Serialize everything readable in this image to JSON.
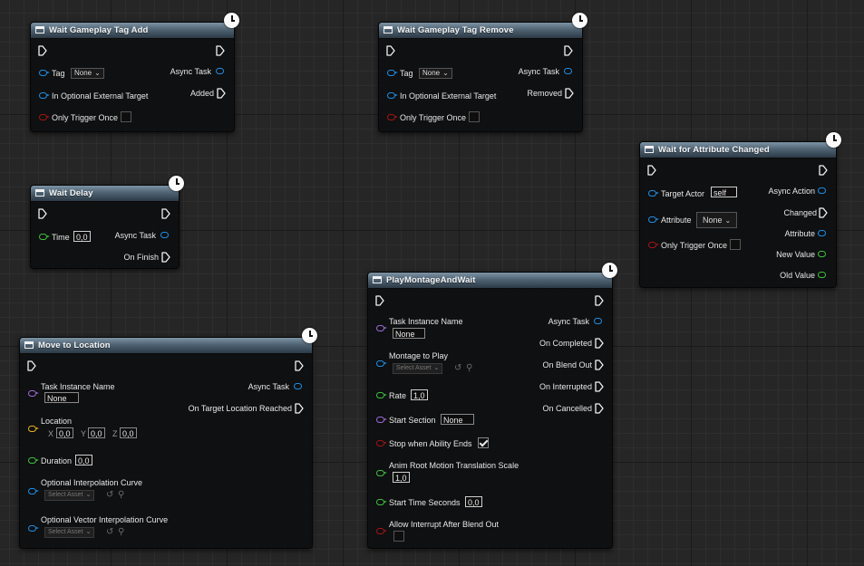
{
  "nodes": {
    "wait_tag_add": {
      "title": "Wait Gameplay Tag Add",
      "tag_label": "Tag",
      "tag_value": "None",
      "target_label": "In Optional External Target",
      "trigger_label": "Only Trigger Once",
      "out_task": "Async Task",
      "out_added": "Added"
    },
    "wait_tag_remove": {
      "title": "Wait Gameplay Tag Remove",
      "tag_label": "Tag",
      "tag_value": "None",
      "target_label": "In Optional External Target",
      "trigger_label": "Only Trigger Once",
      "out_task": "Async Task",
      "out_removed": "Removed"
    },
    "wait_delay": {
      "title": "Wait Delay",
      "time_label": "Time",
      "time_value": "0,0",
      "out_task": "Async Task",
      "out_finish": "On Finish"
    },
    "wait_attr": {
      "title": "Wait for Attribute Changed",
      "actor_label": "Target Actor",
      "actor_value": "self",
      "attr_label": "Attribute",
      "attr_value": "None",
      "trigger_label": "Only Trigger Once",
      "out_action": "Async Action",
      "out_changed": "Changed",
      "out_attribute": "Attribute",
      "out_new": "New Value",
      "out_old": "Old Value"
    },
    "move_to_location": {
      "title": "Move to Location",
      "task_name_label": "Task Instance Name",
      "task_name_value": "None",
      "location_label": "Location",
      "x_label": "X",
      "x_value": "0,0",
      "y_label": "Y",
      "y_value": "0,0",
      "z_label": "Z",
      "z_value": "0,0",
      "duration_label": "Duration",
      "duration_value": "0,0",
      "interp_curve_label": "Optional Interpolation Curve",
      "interp_curve_asset": "Select Asset",
      "vector_curve_label": "Optional Vector Interpolation Curve",
      "vector_curve_asset": "Select Asset",
      "out_task": "Async Task",
      "out_reached": "On Target Location Reached"
    },
    "play_montage": {
      "title": "PlayMontageAndWait",
      "task_name_label": "Task Instance Name",
      "task_name_value": "None",
      "montage_label": "Montage to Play",
      "montage_asset": "Select Asset",
      "rate_label": "Rate",
      "rate_value": "1,0",
      "section_label": "Start Section",
      "section_value": "None",
      "stop_label": "Stop when Ability Ends",
      "root_motion_label": "Anim Root Motion Translation Scale",
      "root_motion_value": "1,0",
      "start_time_label": "Start Time Seconds",
      "start_time_value": "0,0",
      "interrupt_label": "Allow Interrupt After Blend Out",
      "out_task": "Async Task",
      "out_completed": "On Completed",
      "out_blend_out": "On Blend Out",
      "out_interrupted": "On Interrupted",
      "out_cancelled": "On Cancelled"
    }
  },
  "colors": {
    "object_pin": "#1f8de6",
    "bool_pin": "#a31414",
    "float_pin": "#3fbf3f",
    "name_pin": "#9b6ad6",
    "vector_pin": "#e7b21c",
    "header_gradient_top": "#7d93a4",
    "header_gradient_bottom": "#2c3a46"
  },
  "icons": {
    "header": "function-node-icon",
    "latent": "clock-icon",
    "exec": "exec-pin-icon",
    "use_asset": "arrow-circle-icon",
    "browse": "magnifier-icon",
    "dropdown": "chevron-down-icon",
    "checkbox_checked": "checkmark-icon"
  }
}
